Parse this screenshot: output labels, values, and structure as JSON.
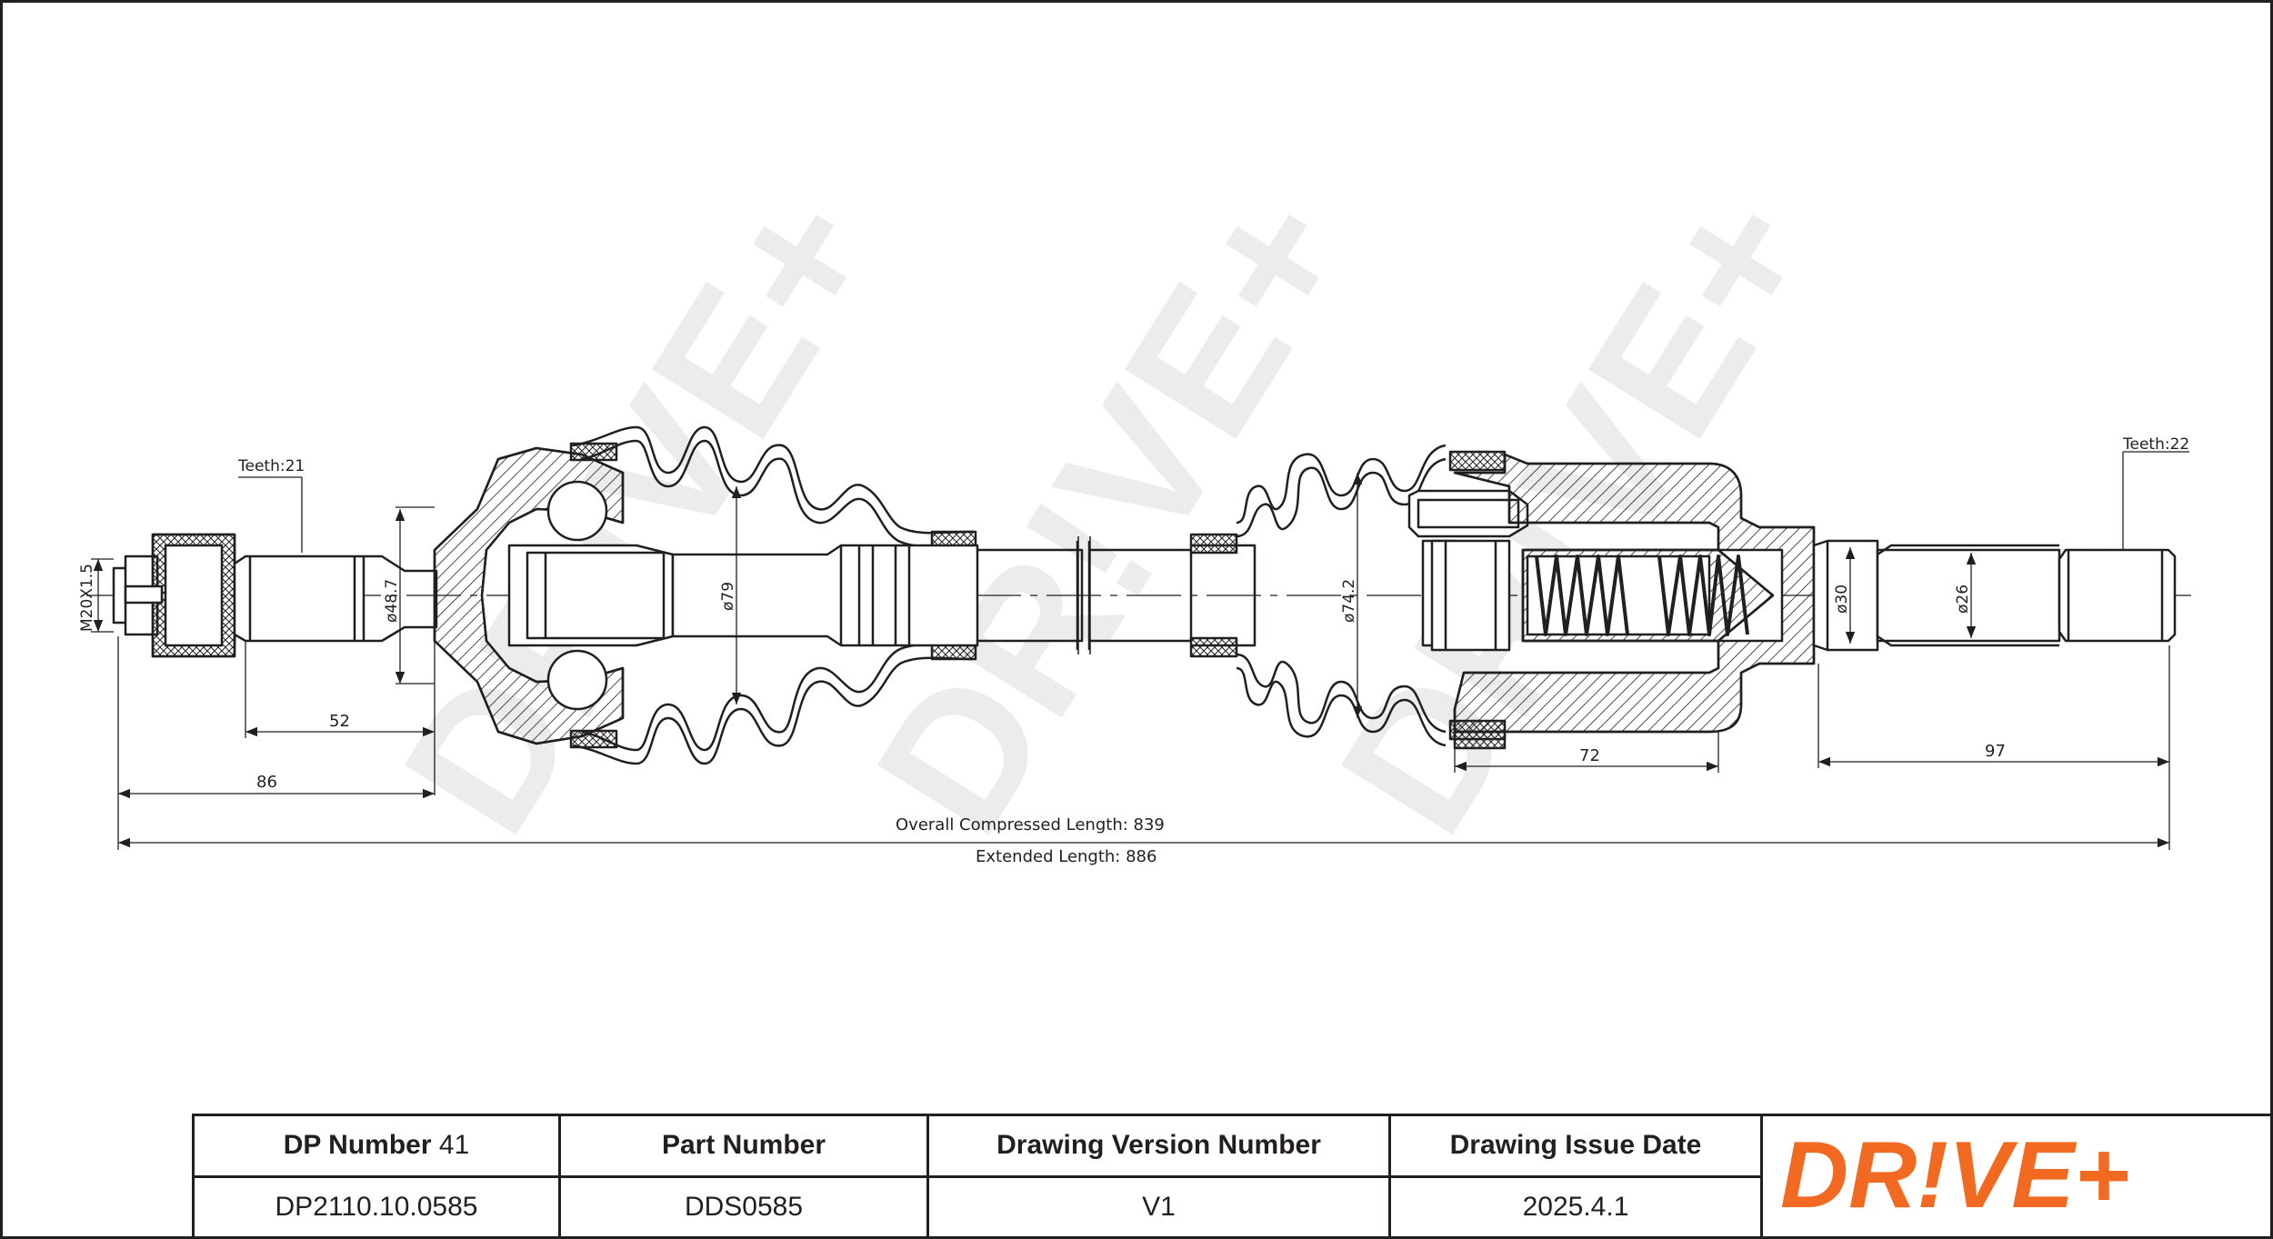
{
  "labels": {
    "teeth_left": "Teeth:21",
    "teeth_right": "Teeth:22",
    "thread": "M20X1.5",
    "d_48_7": "ø48.7",
    "d_79": "ø79",
    "d_74_2": "ø74.2",
    "d_30": "ø30",
    "d_26": "ø26",
    "dim_52": "52",
    "dim_86": "86",
    "dim_72": "72",
    "dim_97": "97",
    "overall_compressed": "Overall  Compressed  Length: 839",
    "extended": "Extended  Length: 886"
  },
  "title_block": {
    "dp_number_label": "DP Number",
    "dp_number_count": "41",
    "part_number_label": "Part Number",
    "drawing_version_label": "Drawing Version Number",
    "drawing_issue_date_label": "Drawing Issue Date",
    "dp_number_value": "DP2110.10.0585",
    "part_number_value": "DDS0585",
    "drawing_version_value": "V1",
    "drawing_issue_date_value": "2025.4.1"
  },
  "logo": {
    "text": "DR!VE+",
    "color": "#f26a21"
  },
  "watermark": {
    "text": "DR!VE+",
    "color": "#e9e9e9"
  },
  "colors": {
    "line": "#231f20",
    "hatch": "#231f20"
  }
}
